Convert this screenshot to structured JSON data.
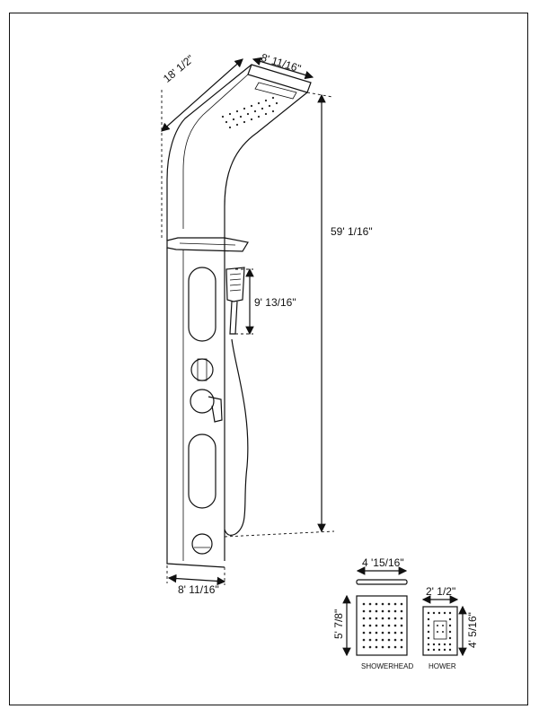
{
  "dimensions": {
    "top_diagonal": "18' 1/2\"",
    "top_width": "8' 11/16\"",
    "height": "59' 1/16\"",
    "handshower": "9' 13/16\"",
    "bottom_width": "8' 11/16\"",
    "showerhead_top": "4 '15/16\"",
    "showerhead_side": "5' 7/8\"",
    "hower_top": "2' 1/2\"",
    "hower_side": "4' 5/16\""
  },
  "captions": {
    "showerhead": "SHOWERHEAD",
    "hower": "HOWER"
  }
}
